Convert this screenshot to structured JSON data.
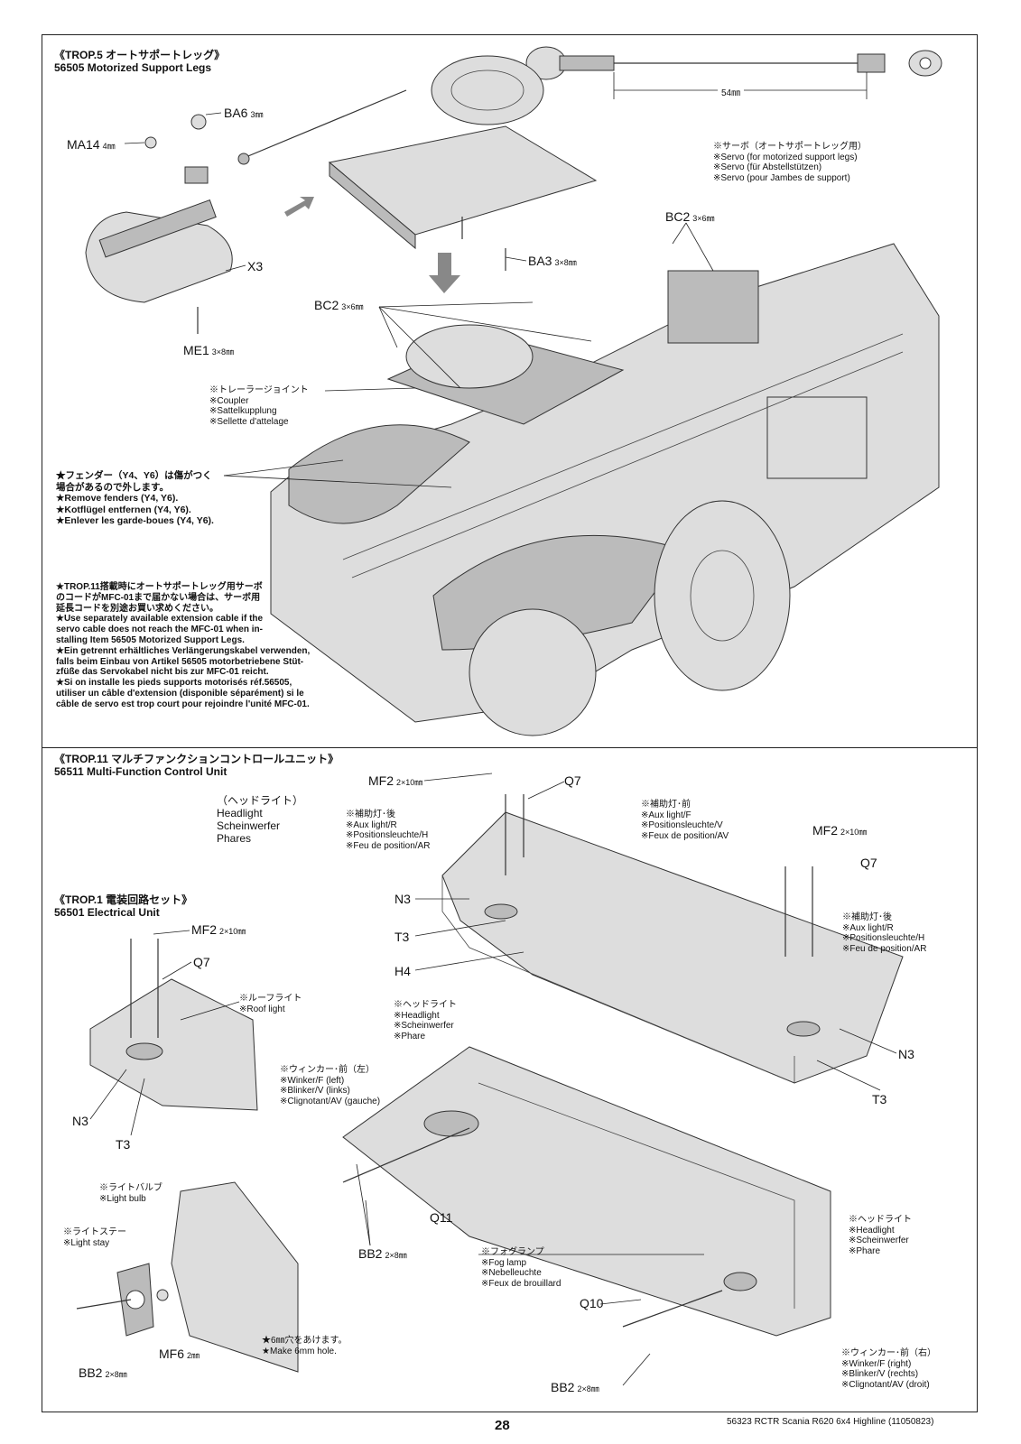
{
  "section1": {
    "title_jp": "《TROP.5 オートサポートレッグ》",
    "title_en": "56505 Motorized Support Legs",
    "dimension": "54㎜",
    "servo_note": [
      "※サーボ（オートサポートレッグ用）",
      "※Servo (for motorized support legs)",
      "※Servo (für Abstellstützen)",
      "※Servo (pour Jambes de support)"
    ],
    "coupler_note": [
      "※トレーラージョイント",
      "※Coupler",
      "※Sattelkupplung",
      "※Sellette d'attelage"
    ],
    "fender_note": [
      "★フェンダー（Y4、Y6）は傷がつく",
      "場合があるので外します。",
      "★Remove fenders (Y4, Y6).",
      "★Kotflügel entfernen (Y4, Y6).",
      "★Enlever les garde-boues (Y4, Y6)."
    ],
    "cable_note": [
      "★TROP.11搭載時にオートサポートレッグ用サーボ",
      "のコードがMFC-01まで届かない場合は、サーボ用",
      "延長コードを別途お買い求めください。",
      "★Use separately available extension cable if the",
      "servo cable does not reach the MFC-01 when in-",
      "stalling Item 56505 Motorized Support Legs.",
      "★Ein getrennt erhältliches Verlängerungskabel verwenden,",
      "falls beim Einbau von Artikel 56505 motorbetriebene Stüt-",
      "zfüße das Servokabel nicht bis zur MFC-01 reicht.",
      "★Si on installe les pieds supports motorisés réf.56505,",
      "utiliser un câble d'extension (disponible séparément) si le",
      "câble de servo est trop court pour rejoindre l'unité MFC-01."
    ],
    "parts": {
      "ba6": "BA6",
      "ba6_size": "3㎜",
      "ma14": "MA14",
      "ma14_size": "4㎜",
      "x3": "X3",
      "me1": "ME1",
      "me1_size": "3×8㎜",
      "ba3": "BA3",
      "ba3_size": "3×8㎜",
      "bc2_a": "BC2",
      "bc2_a_size": "3×6㎜",
      "bc2_b": "BC2",
      "bc2_b_size": "3×6㎜"
    }
  },
  "section2": {
    "title_jp": "《TROP.11 マルチファンクションコントロールユニット》",
    "title_en": "56511 Multi-Function Control Unit",
    "headlight_title": [
      "（ヘッドライト）",
      "Headlight",
      "Scheinwerfer",
      "Phares"
    ],
    "aux_rear_left": [
      "※補助灯･後",
      "※Aux light/R",
      "※Positionsleuchte/H",
      "※Feu de position/AR"
    ],
    "aux_front": [
      "※補助灯･前",
      "※Aux light/F",
      "※Positionsleuchte/V",
      "※Feux de position/AV"
    ],
    "aux_rear_right": [
      "※補助灯･後",
      "※Aux light/R",
      "※Positionsleuchte/H",
      "※Feu de position/AR"
    ],
    "parts": {
      "mf2_a": "MF2",
      "mf2_a_size": "2×10㎜",
      "q7_a": "Q7",
      "mf2_b": "MF2",
      "mf2_b_size": "2×10㎜",
      "q7_b": "Q7",
      "n3_a": "N3",
      "t3_a": "T3",
      "h4": "H4",
      "n3_b": "N3",
      "t3_b": "T3"
    }
  },
  "section3": {
    "title_jp": "《TROP.1 電装回路セット》",
    "title_en": "56501 Electrical Unit",
    "roof_light": [
      "※ルーフライト",
      "※Roof light"
    ],
    "headlight_mid": [
      "※ヘッドライト",
      "※Headlight",
      "※Scheinwerfer",
      "※Phare"
    ],
    "winker_left": [
      "※ウィンカー･前（左）",
      "※Winker/F (left)",
      "※Blinker/V (links)",
      "※Clignotant/AV (gauche)"
    ],
    "light_bulb": [
      "※ライトバルブ",
      "※Light bulb"
    ],
    "light_stay": [
      "※ライトステー",
      "※Light stay"
    ],
    "hole_note": [
      "★6㎜穴をあけます。",
      "★Make 6mm hole."
    ],
    "fog_lamp": [
      "※フォグランプ",
      "※Fog lamp",
      "※Nebelleuchte",
      "※Feux de brouillard"
    ],
    "headlight_right": [
      "※ヘッドライト",
      "※Headlight",
      "※Scheinwerfer",
      "※Phare"
    ],
    "winker_right": [
      "※ウィンカー･前（右）",
      "※Winker/F (right)",
      "※Blinker/V (rechts)",
      "※Clignotant/AV (droit)"
    ],
    "parts": {
      "mf2": "MF2",
      "mf2_size": "2×10㎜",
      "q7": "Q7",
      "n3": "N3",
      "t3": "T3",
      "q11": "Q11",
      "bb2_a": "BB2",
      "bb2_a_size": "2×8㎜",
      "bb2_b": "BB2",
      "bb2_b_size": "2×8㎜",
      "bb2_c": "BB2",
      "bb2_c_size": "2×8㎜",
      "mf6": "MF6",
      "mf6_size": "2㎜",
      "q10": "Q10"
    }
  },
  "footer": {
    "page": "28",
    "product": "56323 RCTR Scania R620 6x4 Highline (11050823)"
  }
}
